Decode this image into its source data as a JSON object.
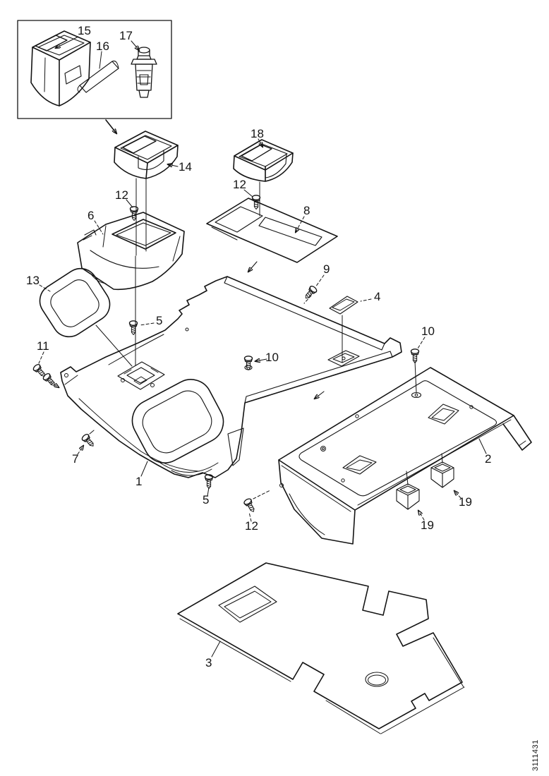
{
  "figure": {
    "type": "exploded-parts-diagram",
    "ink_color": "#141414",
    "background_color": "#ffffff",
    "drawing_number": "3111431",
    "callouts": [
      {
        "label": "15"
      },
      {
        "label": "16"
      },
      {
        "label": "17"
      },
      {
        "label": "14"
      },
      {
        "label": "18"
      },
      {
        "label": "12"
      },
      {
        "label": "12"
      },
      {
        "label": "6"
      },
      {
        "label": "8"
      },
      {
        "label": "9"
      },
      {
        "label": "4"
      },
      {
        "label": "13"
      },
      {
        "label": "5"
      },
      {
        "label": "11"
      },
      {
        "label": "10"
      },
      {
        "label": "10"
      },
      {
        "label": "7"
      },
      {
        "label": "1"
      },
      {
        "label": "5"
      },
      {
        "label": "12"
      },
      {
        "label": "2"
      },
      {
        "label": "19"
      },
      {
        "label": "19"
      },
      {
        "label": "3"
      }
    ]
  }
}
